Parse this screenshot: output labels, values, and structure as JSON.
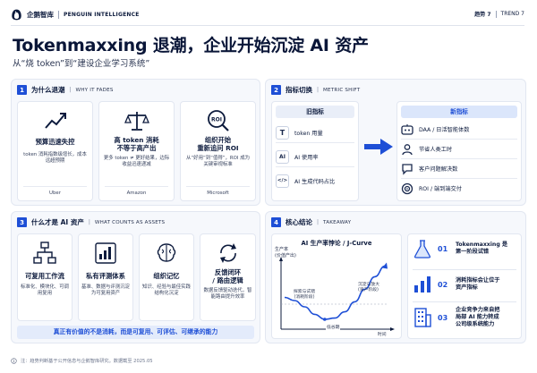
{
  "header": {
    "brand_cn": "企鹅智库",
    "brand_en": "PENGUIN INTELLIGENCE",
    "trend_cn": "趋势 7",
    "trend_en": "TREND 7"
  },
  "title": "Tokenmaxxing 退潮，企业开始沉淀 AI 资产",
  "subtitle": "从“烧 token”到“建设企业学习系统”",
  "sections": {
    "s1": {
      "num": "1",
      "title_cn": "为什么退潮",
      "title_en": "WHY IT FADES",
      "cards": [
        {
          "title": "预算迅速失控",
          "desc": "token 消耗指数级增长，成本远超预期",
          "tag": "Uber",
          "icon": "trend-up-icon"
        },
        {
          "title": "高 token 消耗\n不等于高产出",
          "desc": "更多 token ≠ 更好结果，边际收益迅速递减",
          "tag": "Amazon",
          "icon": "scale-icon"
        },
        {
          "title": "组织开始\n重新追问 ROI",
          "desc": "从“好用”到“值得”，ROI 成为关键审视标准",
          "tag": "Microsoft",
          "icon": "roi-icon"
        }
      ]
    },
    "s2": {
      "num": "2",
      "title_cn": "指标切换",
      "title_en": "METRIC SHIFT",
      "old_header": "旧指标",
      "new_header": "新指标",
      "old": [
        {
          "icon": "T",
          "label": "token 用量"
        },
        {
          "icon": "AI",
          "label": "AI 使用率"
        },
        {
          "icon": "</>",
          "label": "AI 生成代码占比"
        }
      ],
      "new": [
        {
          "icon": "users-icon",
          "label": "DAA / 日活智能体数"
        },
        {
          "icon": "person-icon",
          "label": "节省人类工时"
        },
        {
          "icon": "chat-icon",
          "label": "客户问题解决数"
        },
        {
          "icon": "target-icon",
          "label": "ROI / 端到端交付"
        }
      ]
    },
    "s3": {
      "num": "3",
      "title_cn": "什么才是 AI 资产",
      "title_en": "WHAT COUNTS AS ASSETS",
      "cards": [
        {
          "title": "可复用工作流",
          "desc": "标准化、模块化、可调用复用",
          "icon": "workflow-icon"
        },
        {
          "title": "私有评测体系",
          "desc": "基准、数据与评测沉淀为可复用资产",
          "icon": "eval-icon"
        },
        {
          "title": "组织记忆",
          "desc": "知识、经验与最佳实践结构化沉淀",
          "icon": "brain-icon"
        },
        {
          "title": "反馈闭环\n/ 路由逻辑",
          "desc": "数据反馈驱动迭代，智能路由提升效率",
          "icon": "loop-icon"
        }
      ],
      "banner": "真正有价值的不是消耗，而是可复用、可评估、可继承的能力"
    },
    "s4": {
      "num": "4",
      "title_cn": "核心结论",
      "title_en": "TAKEAWAY",
      "chart_title": "AI 生产率悖论 / J-Curve",
      "ylabel": "生产率\n(价值产出)",
      "xlabel": "时间",
      "annotations": {
        "explore": "探索与试错\n(消耗阶段)",
        "trough": "低谷期",
        "scale": "沉淀与放大\n(资产阶段)"
      },
      "items": [
        {
          "num": "01",
          "text": "Tokenmaxxing 是\n第一阶段试错"
        },
        {
          "num": "02",
          "text": "消耗指标会让位于\n资产指标"
        },
        {
          "num": "03",
          "text": "企业竞争力来自把\n局部 AI 能力转成\n公司级系统能力"
        }
      ]
    }
  },
  "chart_data": {
    "type": "line",
    "title": "AI 生产率悖论 / J-Curve",
    "xlabel": "时间",
    "ylabel": "生产率 (价值产出)",
    "series": [
      {
        "values": [
          0.45,
          0.4,
          0.3,
          0.18,
          0.1,
          0.12,
          0.22,
          0.38,
          0.58,
          0.78,
          0.95
        ]
      }
    ],
    "annotations": [
      "探索与试错 (消耗阶段)",
      "低谷期",
      "沉淀与放大 (资产阶段)"
    ]
  },
  "footer": "注：趋势判断基于公开信息与企鹅智库研究。数据截至 2025.05",
  "colors": {
    "accent": "#1e4fd6",
    "navy": "#0d1b3d",
    "panel": "#f6f8fc"
  }
}
